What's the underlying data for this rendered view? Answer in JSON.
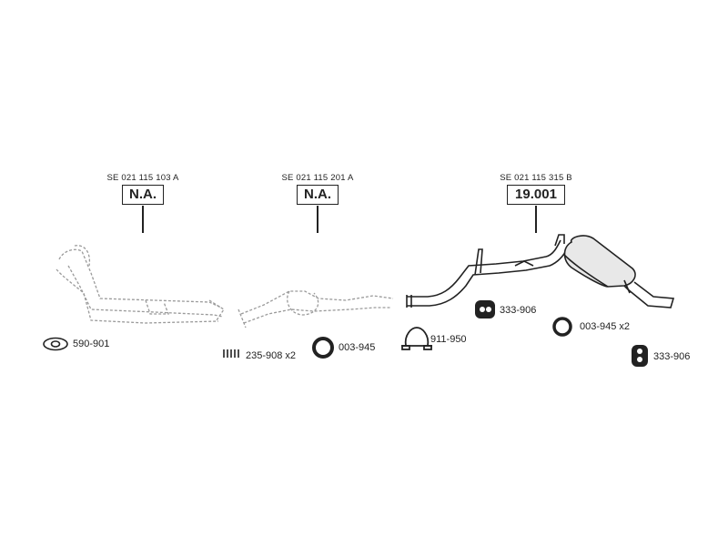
{
  "sections": [
    {
      "ref": "SE 021 115 103 A",
      "code": "N.A."
    },
    {
      "ref": "SE 021 115 201 A",
      "code": "N.A."
    },
    {
      "ref": "SE 021 115 315 B",
      "code": "19.001"
    }
  ],
  "parts": {
    "gasket_front": "590-901",
    "spring_kit": "235-908 x2",
    "ring_middle": "003-945",
    "clamp": "911-950",
    "hanger_upper": "333-906",
    "ring_right": "003-945 x2",
    "hanger_lower": "333-906"
  },
  "colors": {
    "line": "#222222",
    "dashed_part": "#9a9a9a",
    "muffler_fill": "#e8e8e8"
  }
}
